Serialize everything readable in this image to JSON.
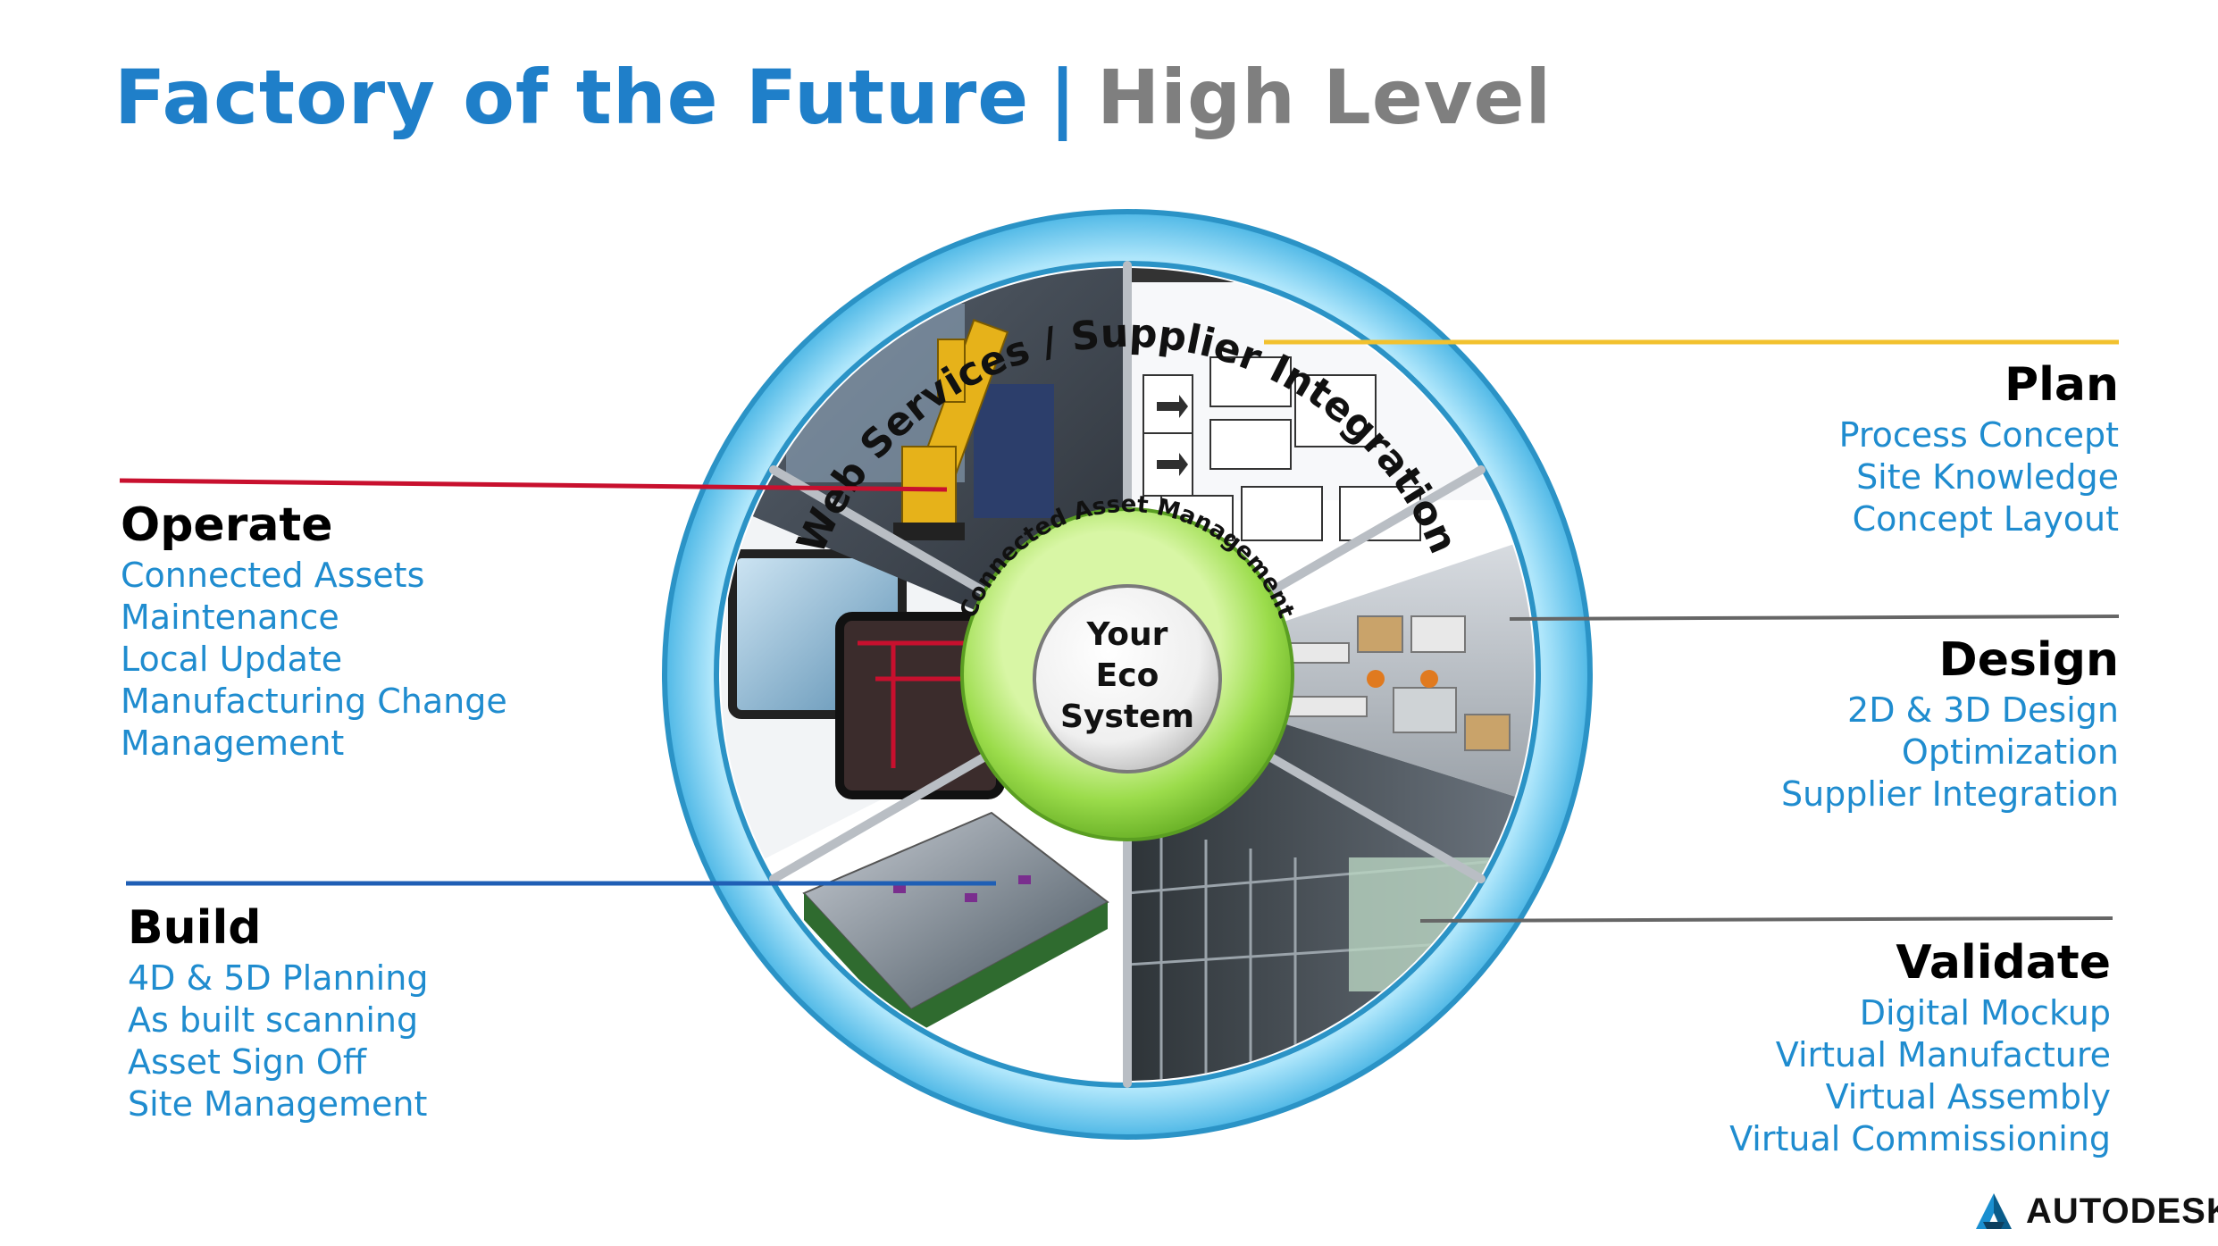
{
  "title": {
    "main": "Factory of the Future",
    "separator": "|",
    "sub": "High Level"
  },
  "wheel": {
    "outer_ring_label": "Web Services / Supplier Integration",
    "inner_ring_label": "Connected Asset Management",
    "center_lines": [
      "Your",
      "Eco",
      "System"
    ]
  },
  "sections": {
    "plan": {
      "title": "Plan",
      "items": [
        "Process Concept",
        "Site Knowledge",
        "Concept Layout"
      ]
    },
    "design": {
      "title": "Design",
      "items": [
        "2D & 3D Design",
        "Optimization",
        "Supplier Integration"
      ]
    },
    "validate": {
      "title": "Validate",
      "items": [
        "Digital Mockup",
        "Virtual Manufacture",
        "Virtual Assembly",
        "Virtual Commissioning"
      ]
    },
    "operate": {
      "title": "Operate",
      "items": [
        "Connected Assets",
        "Maintenance",
        "Local Update",
        "Manufacturing Change",
        "Management"
      ]
    },
    "build": {
      "title": "Build",
      "items": [
        "4D & 5D Planning",
        "As built scanning",
        "Asset Sign Off",
        "Site Management"
      ]
    }
  },
  "logo": {
    "word": "AUTODESK.",
    "icon": "autodesk-a-icon"
  },
  "colors": {
    "title_blue": "#1f7fc9",
    "title_gray": "#7f7f7f",
    "item_blue": "#1f8ccf",
    "plan_line": "#f2c12e",
    "operate_line": "#c8102e",
    "build_line": "#1f5fb5",
    "ring_light": "#bdeefc",
    "ring_dark": "#3aa9d8",
    "hub_green": "#8cd23a"
  }
}
